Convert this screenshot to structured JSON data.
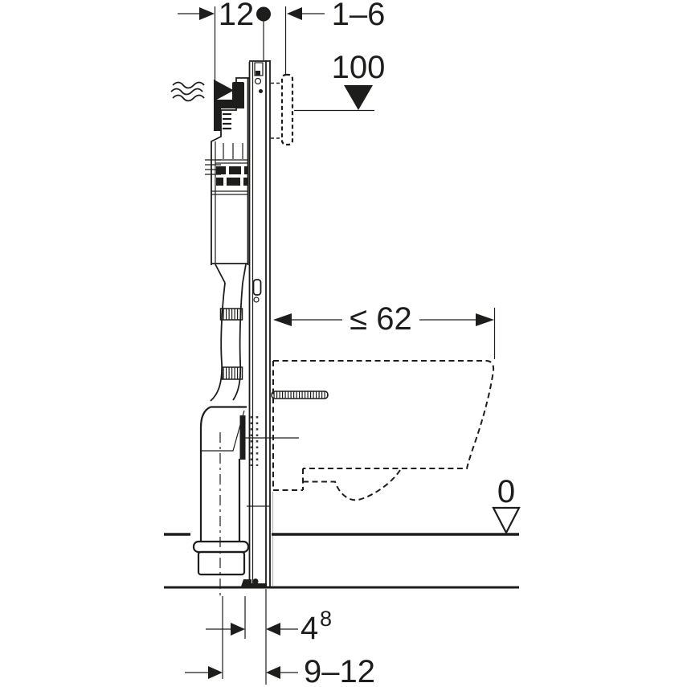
{
  "diagram": {
    "background": "#ffffff",
    "line_color": "#1d1d1b",
    "dimensions": {
      "frame_depth": "12",
      "cladding_thickness": "1–6",
      "top_height_ref": "100",
      "bowl_depth_max": "≤ 62",
      "floor_level": "0",
      "outlet_offset_value": "4",
      "outlet_offset_sup": "8",
      "outlet_distance_range": "9–12"
    }
  }
}
